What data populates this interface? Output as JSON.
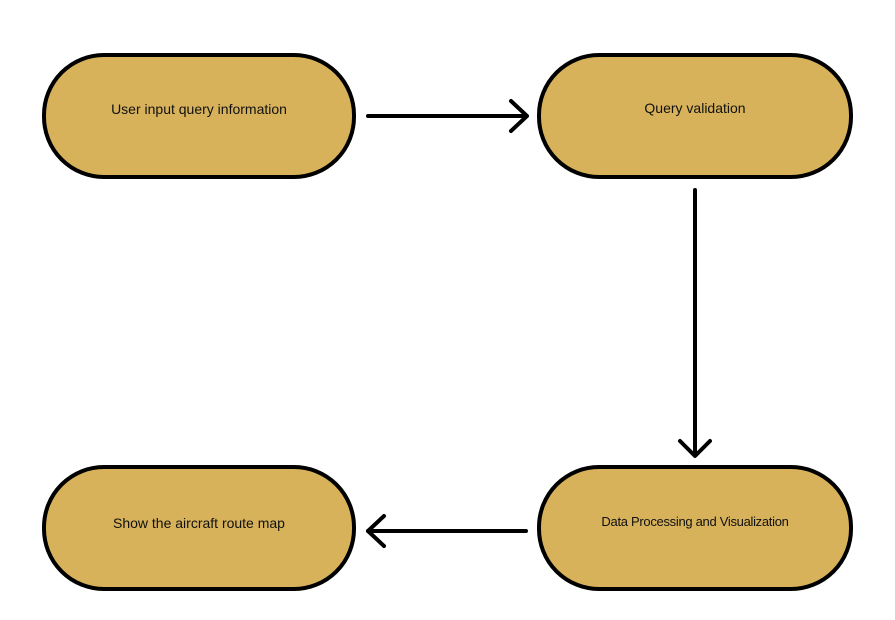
{
  "diagram": {
    "nodes": [
      {
        "id": "n1",
        "label": "User input query information"
      },
      {
        "id": "n2",
        "label": "Query validation"
      },
      {
        "id": "n3",
        "label": "Data Processing and Visualization"
      },
      {
        "id": "n4",
        "label": "Show the aircraft route map"
      }
    ],
    "edges": [
      {
        "from": "n1",
        "to": "n2"
      },
      {
        "from": "n2",
        "to": "n3"
      },
      {
        "from": "n3",
        "to": "n4"
      }
    ],
    "colors": {
      "node_fill": "#d7b25a",
      "node_border": "#000000",
      "arrow": "#000000"
    }
  }
}
